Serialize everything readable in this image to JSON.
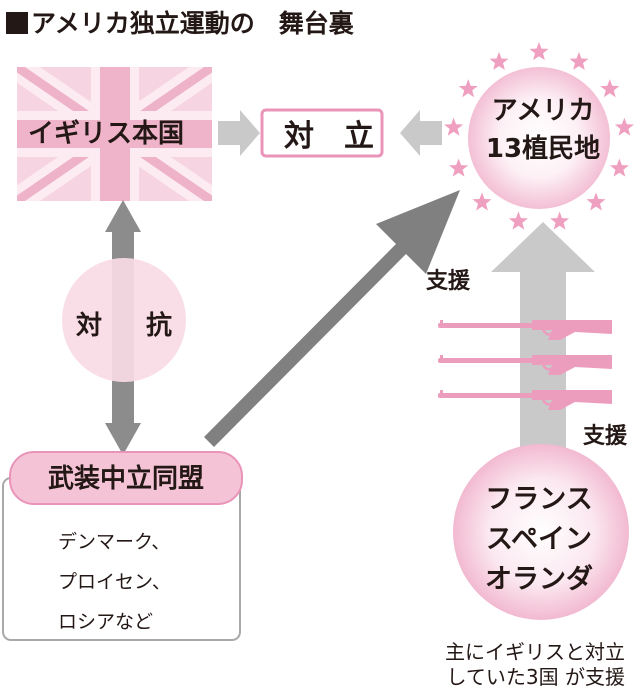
{
  "title": {
    "main": "アメリカ独立運動の",
    "sub": "舞台裏"
  },
  "nodes": {
    "uk": "イギリス本国",
    "confrontation": "対　立",
    "colonies_line1": "アメリカ",
    "colonies_line2": "13植民地",
    "resistance_left": "対",
    "resistance_right": "抗",
    "league": "武装中立同盟",
    "league_members": [
      "デンマーク、",
      "プロイセン、",
      "ロシアなど"
    ],
    "countries": [
      "フランス",
      "スペイン",
      "オランダ"
    ],
    "support_diag": "支援",
    "support_up": "支援",
    "note_line1": "主にイギリスと対立",
    "note_line2": "していた3国 が支援"
  },
  "colors": {
    "pink_light": "#f8dbe6",
    "pink_mid": "#efa9c5",
    "pink_strong": "#e994b8",
    "gray_dark": "#808080",
    "gray_mid": "#9a9a9a",
    "gray_light": "#c9c9c9",
    "text": "#231815"
  },
  "icons": [
    "union-jack-flag",
    "star-ring",
    "rifle-icon"
  ]
}
